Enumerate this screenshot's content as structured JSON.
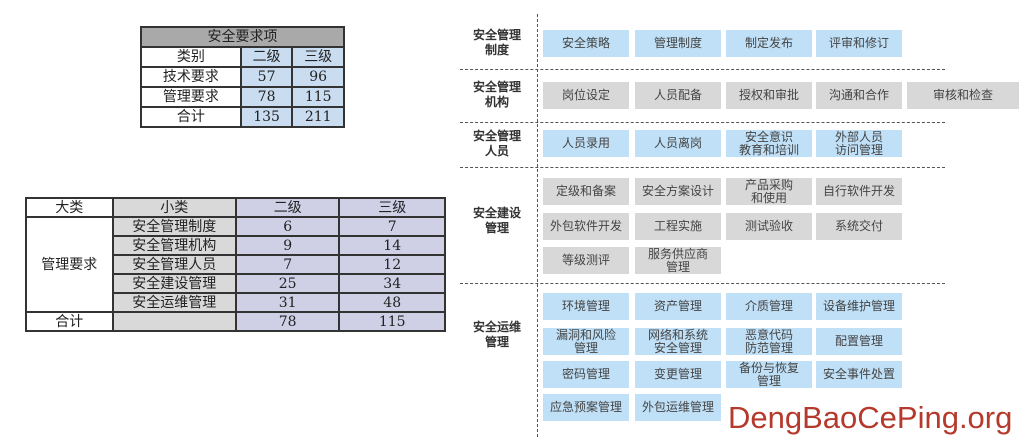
{
  "table1": {
    "title": "安全要求项",
    "headers": [
      "类别",
      "二级",
      "三级"
    ],
    "rows": [
      [
        "技术要求",
        "57",
        "96"
      ],
      [
        "管理要求",
        "78",
        "115"
      ],
      [
        "合计",
        "135",
        "211"
      ]
    ]
  },
  "table2": {
    "headers": [
      "大类",
      "小类",
      "二级",
      "三级"
    ],
    "category": "管理要求",
    "rows": [
      [
        "安全管理制度",
        "6",
        "7"
      ],
      [
        "安全管理机构",
        "9",
        "14"
      ],
      [
        "安全管理人员",
        "7",
        "12"
      ],
      [
        "安全建设管理",
        "25",
        "34"
      ],
      [
        "安全运维管理",
        "31",
        "48"
      ]
    ],
    "total": [
      "合计",
      "",
      "78",
      "115"
    ]
  },
  "diagram": {
    "colors": {
      "blue": "#bfe0f7",
      "gray": "#d8d8d8"
    },
    "groups": [
      {
        "label": "安全管理\n制度",
        "color": "blue",
        "items": [
          "安全策略",
          "管理制度",
          "制定发布",
          "评审和修订"
        ]
      },
      {
        "label": "安全管理\n机构",
        "color": "gray",
        "items": [
          "岗位设定",
          "人员配备",
          "授权和审批",
          "沟通和合作",
          "审核和检查"
        ]
      },
      {
        "label": "安全管理\n人员",
        "color": "blue",
        "items": [
          "人员录用",
          "人员离岗",
          "安全意识\n教育和培训",
          "外部人员\n访问管理"
        ]
      },
      {
        "label": "安全建设\n管理",
        "color": "gray",
        "items": [
          "定级和备案",
          "安全方案设计",
          "产品采购\n和使用",
          "自行软件开发",
          "外包软件开发",
          "工程实施",
          "测试验收",
          "系统交付",
          "等级测评",
          "服务供应商\n管理"
        ]
      },
      {
        "label": "安全运维\n管理",
        "color": "blue",
        "items": [
          "环境管理",
          "资产管理",
          "介质管理",
          "设备维护管理",
          "漏洞和风险\n管理",
          "网络和系统\n安全管理",
          "恶意代码\n防范管理",
          "配置管理",
          "密码管理",
          "变更管理",
          "备份与恢复\n管理",
          "安全事件处置",
          "应急预案管理",
          "外包运维管理"
        ]
      }
    ]
  },
  "watermark": "DengBaoCePing.org"
}
